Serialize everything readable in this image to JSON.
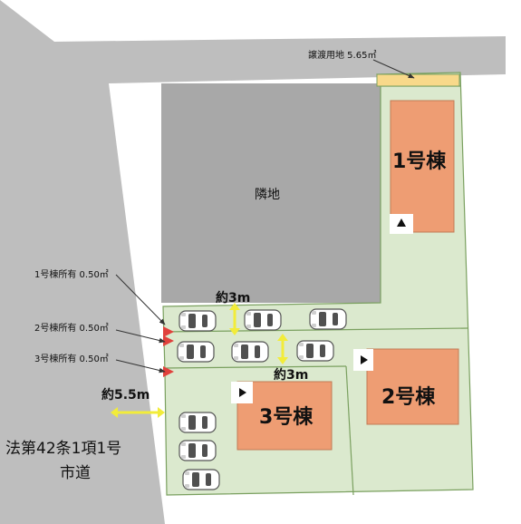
{
  "labels": {
    "transfer_land": "譲渡用地  5.65㎡",
    "neighbor": "隣地",
    "house1": "1号棟",
    "house2": "2号棟",
    "house3": "3号棟",
    "share1": "1号棟所有  0.50㎡",
    "share2": "2号棟所有  0.50㎡",
    "share3": "3号棟所有  0.50㎡",
    "gap_top": "約3m",
    "gap_mid": "約3m",
    "road_width": "約5.5m",
    "road_line1": "法第42条1項1号",
    "road_line2": "市道"
  },
  "colors": {
    "road": "#bebebe",
    "neighbor": "#a8a8a8",
    "lot": "#dbe9ce",
    "lot_border": "#7aa05f",
    "house": "#ee9d73",
    "transfer_strip": "#f8d98a",
    "dimension_arrow": "#f2ec3a",
    "share_marker": "#e0413c"
  },
  "icons": {
    "entrance_up": "triangle-up-icon",
    "entrance_right": "triangle-right-icon",
    "car": "car-icon"
  }
}
